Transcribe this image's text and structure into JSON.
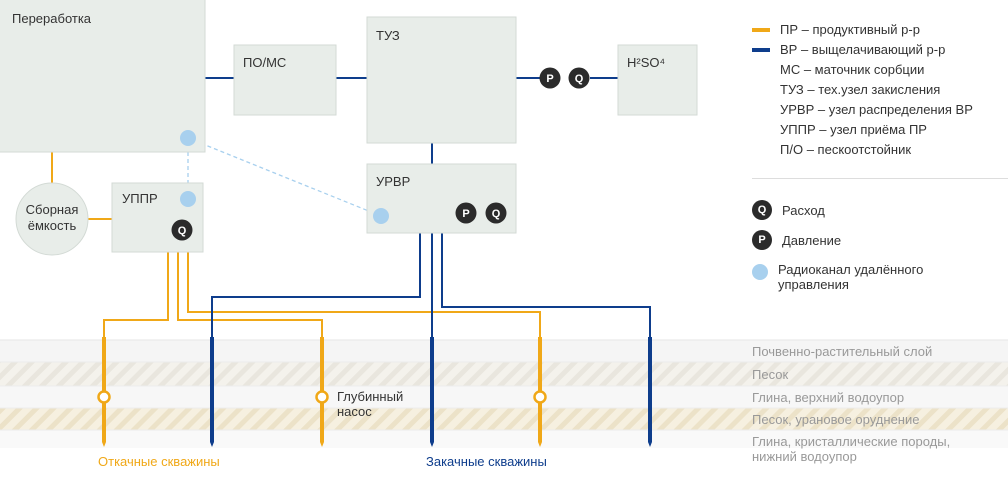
{
  "boxes": {
    "processing": "Переработка",
    "po_ms": "ПО/МС",
    "tuz": "ТУЗ",
    "acid": "H²SO⁴",
    "urvr": "УРВР",
    "uppr": "УППР",
    "tank_line1": "Сборная",
    "tank_line2": "ёмкость"
  },
  "badges": {
    "pressure": "P",
    "flow": "Q"
  },
  "pump_label_line1": "Глубинный",
  "pump_label_line2": "насос",
  "legend": {
    "pr": {
      "abbr": "ПР",
      "text": "– продуктивный р-р",
      "color": "#f0a818"
    },
    "vr": {
      "abbr": "ВР",
      "text": "– выщелачивающий р-р",
      "color": "#0e3d8c"
    },
    "ms": {
      "abbr": "МС",
      "text": "– маточник сорбции"
    },
    "tuz": {
      "abbr": "ТУЗ",
      "text": "– тех.узел закисления"
    },
    "urvr": {
      "abbr": "УРВР",
      "text": "– узел распределения ВР"
    },
    "uppr": {
      "abbr": "УППР",
      "text": "– узел приёма ПР"
    },
    "po": {
      "abbr": "П/О",
      "text": "– пескоотстойник"
    },
    "flow": "Расход",
    "pressure": "Давление",
    "radio_line1": "Радиоканал удалённого",
    "radio_line2": "управления"
  },
  "layers": [
    "Почвенно-растительный слой",
    "Песок",
    "Глина, верхний водоупор",
    "Песок, урановое оруднение",
    "Глина, кристаллические породы,",
    "нижний водоупор"
  ],
  "wells": {
    "pumping": "Откачные скважины",
    "injection": "Закачные скважины"
  },
  "colors": {
    "pr": "#f0a818",
    "vr": "#0e3d8c",
    "box_fill": "#e8ede9",
    "box_stroke": "#d3dad5",
    "radio": "#a8d0ee",
    "badge": "#2b2b2b"
  }
}
